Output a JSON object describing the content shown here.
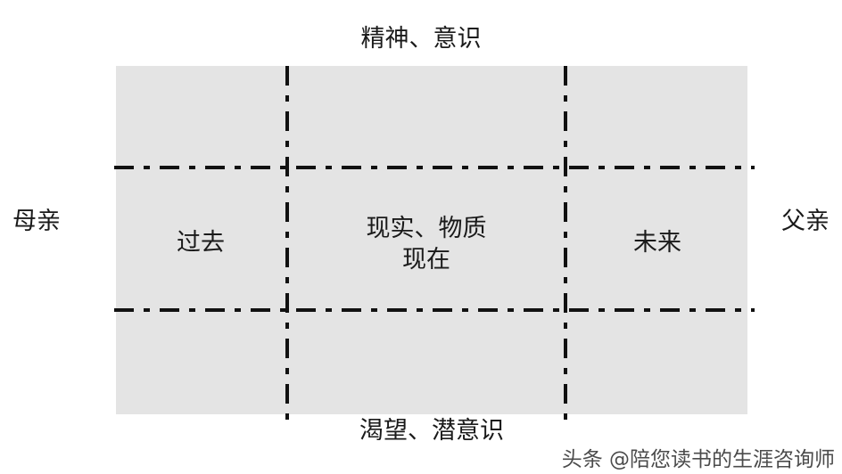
{
  "diagram": {
    "type": "quadrant-grid",
    "background_color": "#FFFFFF",
    "panel_color": "#E4E4E4",
    "line_color": "#111111",
    "edge_labels": {
      "top": "精神、意识",
      "bottom": "渴望、潜意识",
      "left": "母亲",
      "right": "父亲"
    },
    "cells": {
      "past": "过去",
      "present_line1": "现实、物质",
      "present_line2": "现在",
      "future": "未来"
    }
  },
  "watermark": {
    "text": "头条 @陪您读书的生涯咨询师"
  }
}
